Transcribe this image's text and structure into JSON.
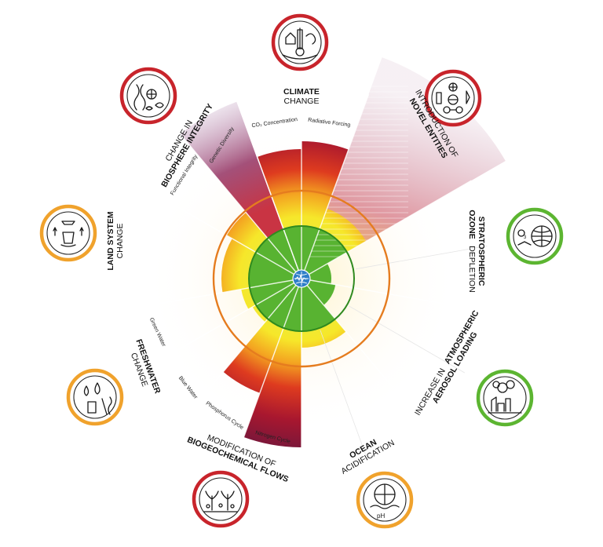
{
  "boundaries": {
    "climate": {
      "line1": "CLIMATE",
      "line2": "CHANGE"
    },
    "novel": {
      "line1": "INTRODUCTION OF",
      "line2": "NOVEL ENTITIES"
    },
    "ozone": {
      "line1": "STRATOSPHERIC",
      "line2a": "OZONE",
      "line2b": "DEPLETION"
    },
    "aerosol": {
      "line1a": "INCREASE IN",
      "line1b": "ATMOSPHERIC",
      "line2": "AEROSOL LOADING"
    },
    "ocean": {
      "line1": "OCEAN",
      "line2": "ACIDIFICATION"
    },
    "biogeo": {
      "line1": "MODIFICATION OF",
      "line2": "BIOGEOCHEMICAL FLOWS"
    },
    "freshwater": {
      "line1": "FRESHWATER",
      "line2": "CHANGE"
    },
    "land": {
      "line1": "LAND SYSTEM",
      "line2": "CHANGE"
    },
    "biosphere": {
      "line1": "CHANGE IN",
      "line2": "BIOSPHERE INTEGRITY"
    }
  },
  "sub_labels": {
    "co2": "CO₂ Concentration",
    "radiative": "Radiative Forcing",
    "genetic": "Genetic Diversity",
    "functional": "Functional Integrity",
    "green_water": "Green Water",
    "blue_water": "Blue Water",
    "phosphorus": "Phosphorus Cycle",
    "nitrogen": "Nitrogen Cycle"
  },
  "icons": {
    "climate": "thermometer-icon",
    "novel": "chemical-hazard-icon",
    "ozone": "ozone-globe-icon",
    "aerosol": "factory-smoke-icon",
    "ocean": "ph-ocean-icon",
    "biogeo": "plants-nutrients-icon",
    "freshwater": "water-drops-icon",
    "land": "tree-stump-icon",
    "biosphere": "species-dna-icon"
  },
  "colors": {
    "red_ring": "#c8242b",
    "orange_ring": "#f0a22c",
    "green_ring": "#5cb531",
    "safe_green": "#58b331",
    "boundary_orange": "#e57c1f",
    "dark_red": "#7a1a3a"
  }
}
